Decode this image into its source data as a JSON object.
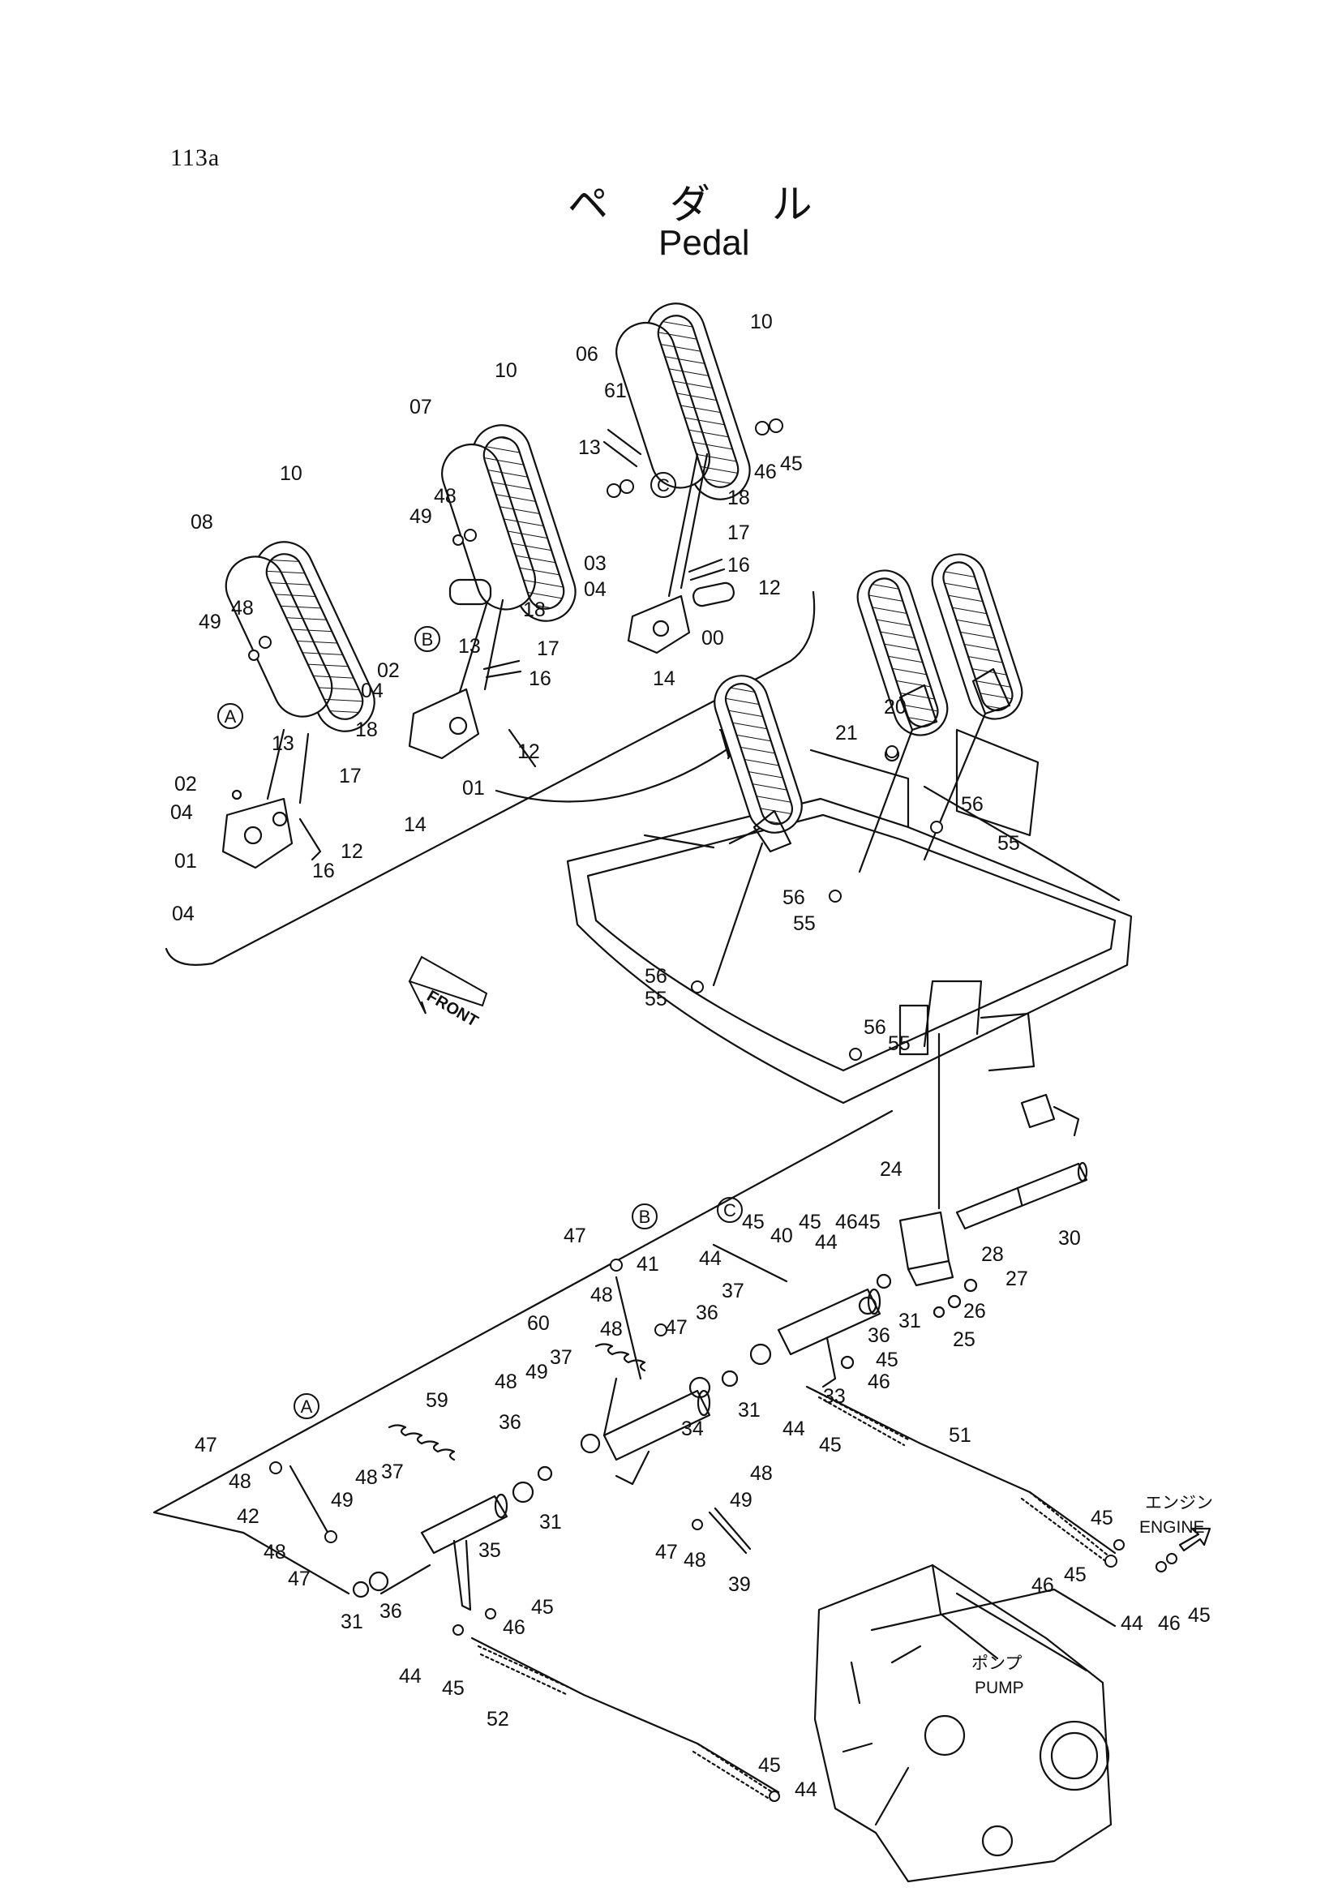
{
  "page_number": "113a",
  "title_jp": "ペ ダ ル",
  "title_en": "Pedal",
  "front_label": "FRONT",
  "engine_label_jp": "エンジン",
  "engine_label_en": "ENGINE",
  "pump_label_jp": "ポンプ",
  "pump_label_en": "PUMP",
  "callout_letters": [
    "A",
    "B",
    "C"
  ],
  "part_numbers": {
    "n00": "00",
    "n01": "01",
    "n02": "02",
    "n03": "03",
    "n04": "04",
    "n06": "06",
    "n07": "07",
    "n08": "08",
    "n10": "10",
    "n12": "12",
    "n13": "13",
    "n14": "14",
    "n16": "16",
    "n17": "17",
    "n18": "18",
    "n20": "20",
    "n21": "21",
    "n24": "24",
    "n25": "25",
    "n26": "26",
    "n27": "27",
    "n28": "28",
    "n30": "30",
    "n31": "31",
    "n33": "33",
    "n34": "34",
    "n35": "35",
    "n36": "36",
    "n37": "37",
    "n39": "39",
    "n40": "40",
    "n41": "41",
    "n42": "42",
    "n44": "44",
    "n45": "45",
    "n46": "46",
    "n47": "47",
    "n48": "48",
    "n49": "49",
    "n51": "51",
    "n52": "52",
    "n55": "55",
    "n56": "56",
    "n59": "59",
    "n60": "60",
    "n61": "61"
  }
}
